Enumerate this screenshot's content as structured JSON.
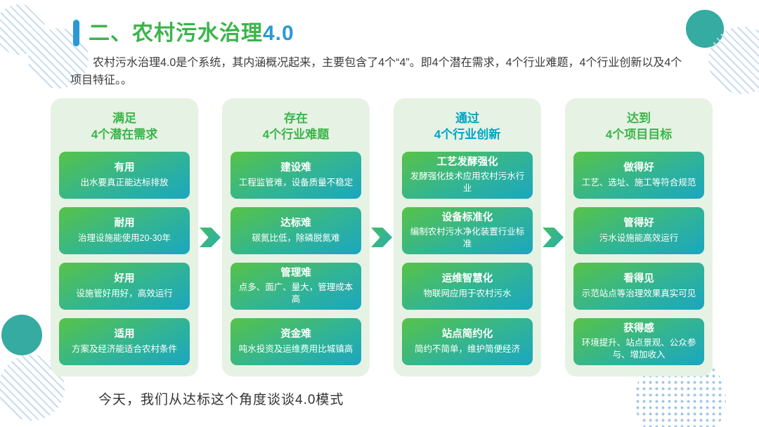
{
  "theme": {
    "title_green": "#3ab54a",
    "title_blue": "#2a99d5",
    "panel_bg": "#e6f2e3",
    "card_gradient_start": "#57c347",
    "card_gradient_end": "#1aa6c0",
    "arrow_gradient_start": "#45bd62",
    "arrow_gradient_end": "#29adb2",
    "decor_teal": "#35aba1",
    "decor_pattern_blue": "#a3c6e8"
  },
  "header": {
    "title_main": "二、农村污水治理",
    "title_version": "4.0",
    "intro": "农村污水治理4.0是个系统，其内涵概况起来，主要包含了4个“4”。即4个潜在需求，4个行业难题，4个行业创新以及4个项目特征。。"
  },
  "columns": [
    {
      "header_line1": "满足",
      "header_line2": "4个潜在需求",
      "header_color": "#3ab54a",
      "cards": [
        {
          "title": "有用",
          "desc": "出水要真正能达标排放"
        },
        {
          "title": "耐用",
          "desc": "治理设施能使用20-30年"
        },
        {
          "title": "好用",
          "desc": "设施管好用好，高效运行"
        },
        {
          "title": "适用",
          "desc": "方案及经济能适合农村条件"
        }
      ]
    },
    {
      "header_line1": "存在",
      "header_line2": "4个行业难题",
      "header_color": "#3ab54a",
      "cards": [
        {
          "title": "建设难",
          "desc": "工程监管难，设备质量不稳定"
        },
        {
          "title": "达标难",
          "desc": "碳氮比低，除磷脱氮难"
        },
        {
          "title": "管理难",
          "desc": "点多、面广、量大，管理成本高"
        },
        {
          "title": "资金难",
          "desc": "吨水投资及运维费用比城镇高"
        }
      ]
    },
    {
      "header_line1": "通过",
      "header_line2": "4个行业创新",
      "header_color": "#00a3c8",
      "cards": [
        {
          "title": "工艺发酵强化",
          "desc": "发酵强化技术应用农村污水行业"
        },
        {
          "title": "设备标准化",
          "desc": "编制农村污水净化装置行业标准"
        },
        {
          "title": "运维智慧化",
          "desc": "物联网应用于农村污水"
        },
        {
          "title": "站点简约化",
          "desc": "简约不简单，维护简便经济"
        }
      ]
    },
    {
      "header_line1": "达到",
      "header_line2": "4个项目目标",
      "header_color": "#3ab54a",
      "cards": [
        {
          "title": "做得好",
          "desc": "工艺、选址、施工等符合规范"
        },
        {
          "title": "管得好",
          "desc": "污水设施能高效运行"
        },
        {
          "title": "看得见",
          "desc": "示范站点等治理效果真实可见"
        },
        {
          "title": "获得感",
          "desc": "环境提升、站点景观、公众参与、增加收入"
        }
      ]
    }
  ],
  "footer": {
    "note": "今天，我们从达标这个角度谈谈4.0模式"
  }
}
